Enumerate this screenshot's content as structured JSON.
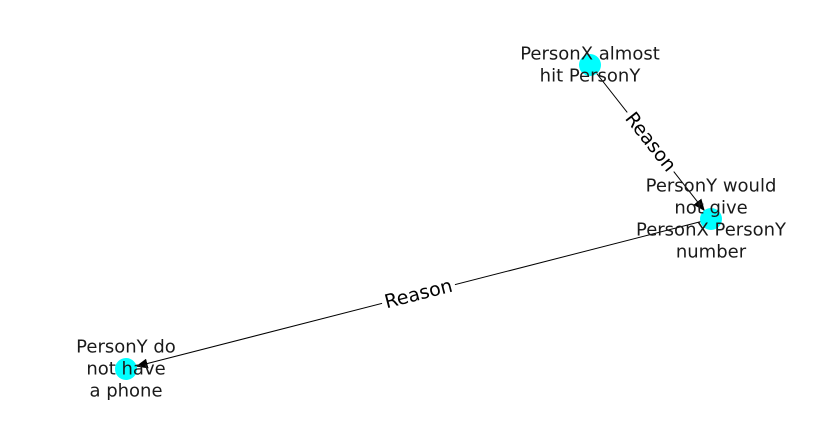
{
  "colors": {
    "node": "#00ffff",
    "edge": "#000000",
    "label": "#1a1a1a",
    "background": "#ffffff"
  },
  "nodes": [
    {
      "id": "n1",
      "lines": [
        "PersonX almost",
        "hit PersonY"
      ]
    },
    {
      "id": "n2",
      "lines": [
        "PersonY would",
        "not give",
        "PersonX PersonY",
        "number"
      ]
    },
    {
      "id": "n3",
      "lines": [
        "PersonY do",
        "not have",
        "a phone"
      ]
    }
  ],
  "edges": [
    {
      "from": "n1",
      "to": "n2",
      "label": "Reason"
    },
    {
      "from": "n2",
      "to": "n3",
      "label": "Reason"
    }
  ]
}
